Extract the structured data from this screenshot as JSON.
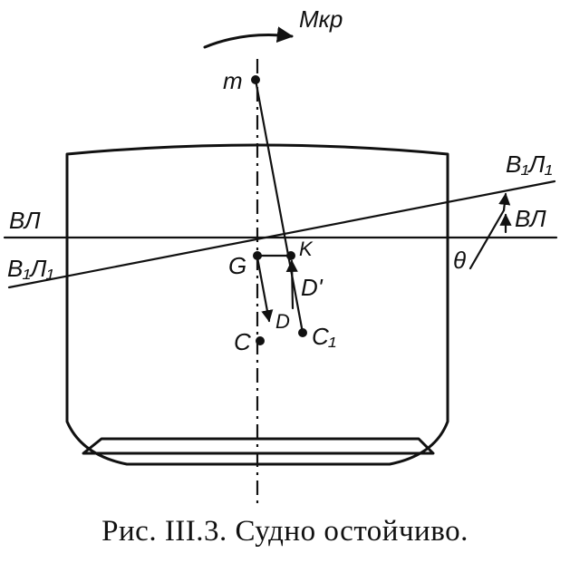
{
  "labels": {
    "moment": "Mкр",
    "metacenter": "m",
    "waterline": "ВЛ",
    "waterline_right": "ВЛ",
    "inclined_waterline_left": "В₁Л₁",
    "inclined_waterline_right": "В₁Л₁",
    "angle": "θ",
    "gravity_center": "G",
    "k_point": "K",
    "buoyancy_center": "C",
    "buoyancy_center_inclined": "C₁",
    "displacement": "D",
    "buoyancy_force": "D'"
  },
  "caption": "Рис. III.3. Судно остойчиво."
}
